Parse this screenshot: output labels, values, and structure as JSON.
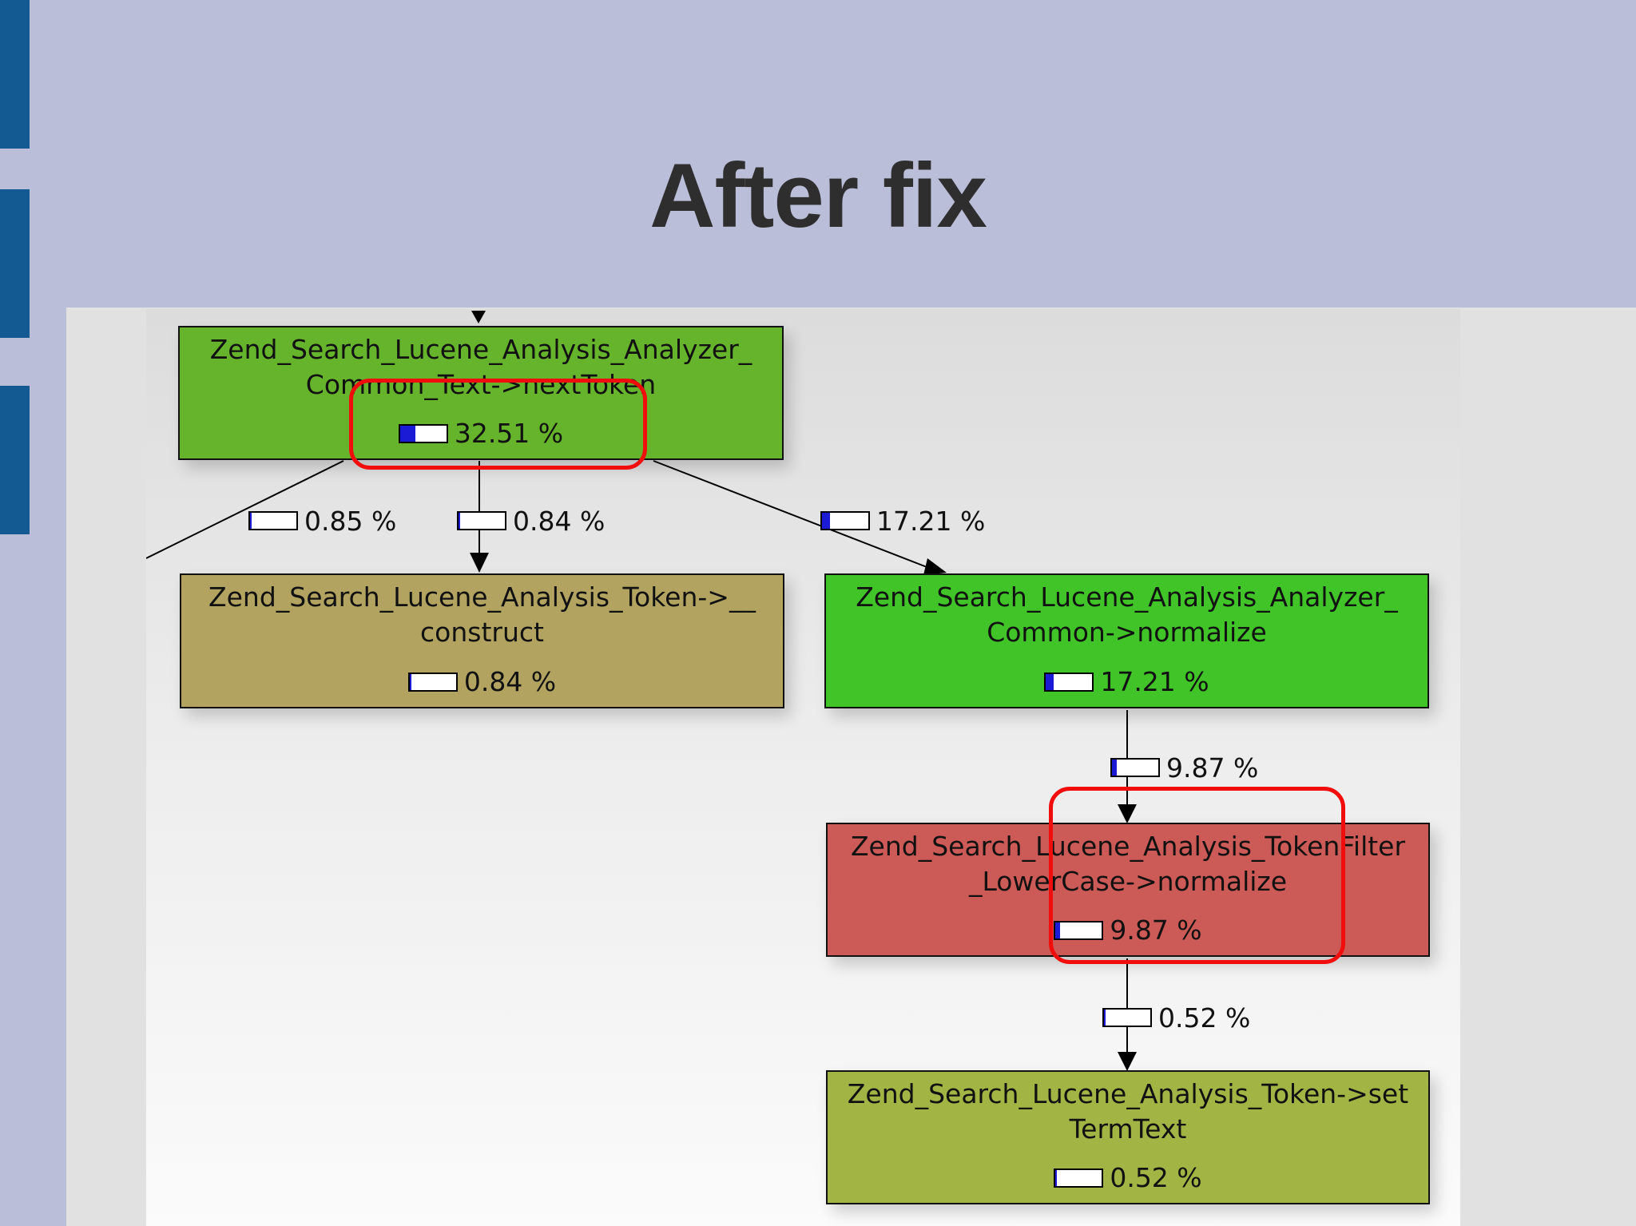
{
  "slide": {
    "title": "After fix",
    "colors": {
      "background": "#bbbed9",
      "side_tabs": "#135a92",
      "highlight": "#f20d0d"
    }
  },
  "nodes": [
    {
      "id": "next-token",
      "line1": "Zend_Search_Lucene_Analysis_Analyzer_",
      "line2": "Common_Text->nextToken",
      "percent_label": "32.51 %",
      "fraction": 0.3251,
      "color": "#66b32c"
    },
    {
      "id": "token-construct",
      "line1": "Zend_Search_Lucene_Analysis_Token->__",
      "line2": "construct",
      "percent_label": "0.84 %",
      "fraction": 0.0084,
      "color": "#b2a460"
    },
    {
      "id": "analyzer-normalize",
      "line1": "Zend_Search_Lucene_Analysis_Analyzer_",
      "line2": "Common->normalize",
      "percent_label": "17.21 %",
      "fraction": 0.1721,
      "color": "#40c428"
    },
    {
      "id": "lowercase-normalize",
      "line1": "Zend_Search_Lucene_Analysis_TokenFilter",
      "line2": "_LowerCase->normalize",
      "percent_label": "9.87 %",
      "fraction": 0.0987,
      "color": "#cc5a56"
    },
    {
      "id": "set-term-text",
      "line1": "Zend_Search_Lucene_Analysis_Token->set",
      "line2": "TermText",
      "percent_label": "0.52 %",
      "fraction": 0.0052,
      "color": "#a2b444"
    }
  ],
  "edges": [
    {
      "from": "next-token",
      "to": "offscreen-left",
      "label": "0.85 %",
      "fraction": 0.0085
    },
    {
      "from": "next-token",
      "to": "token-construct",
      "label": "0.84 %",
      "fraction": 0.0084
    },
    {
      "from": "next-token",
      "to": "analyzer-normalize",
      "label": "17.21 %",
      "fraction": 0.1721
    },
    {
      "from": "analyzer-normalize",
      "to": "lowercase-normalize",
      "label": "9.87 %",
      "fraction": 0.0987
    },
    {
      "from": "lowercase-normalize",
      "to": "set-term-text",
      "label": "0.52 %",
      "fraction": 0.0052
    }
  ]
}
